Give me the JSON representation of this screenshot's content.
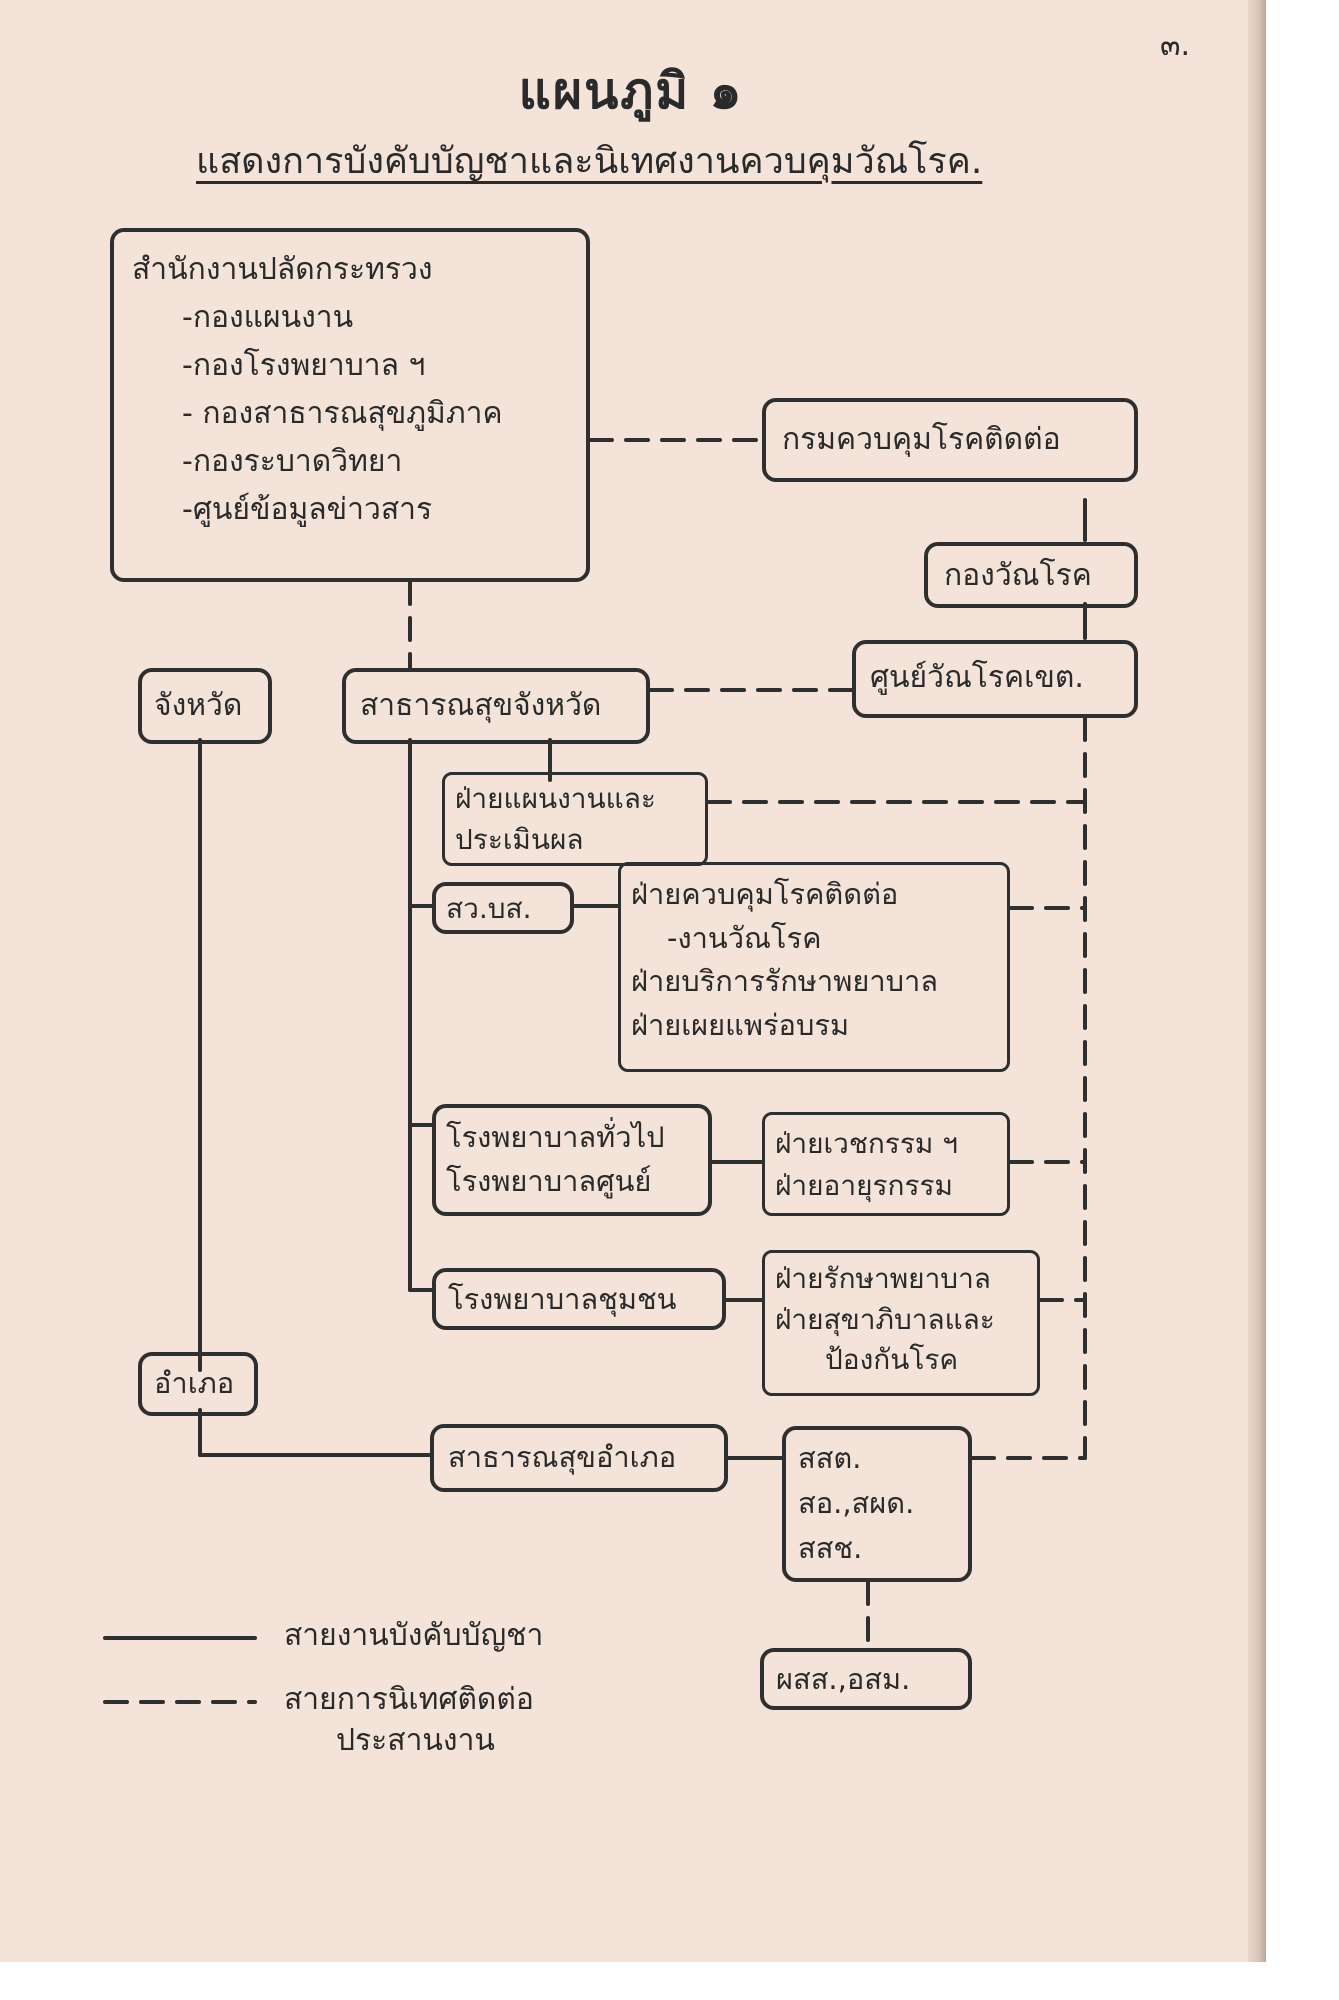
{
  "page_number": "๓.",
  "title": "แผนภูมิ ๑",
  "subtitle": "แสดงการบังคับบัญชาและนิเทศงานควบคุมวัณโรค.",
  "boxes": {
    "ministry_office": {
      "heading": "สำนักงานปลัดกระทรวง",
      "items": [
        "-กองแผนงาน",
        "-กองโรงพยาบาล ฯ",
        "- กองสาธารณสุขภูมิภาค",
        "-กองระบาดวิทยา",
        "-ศูนย์ข้อมูลข่าวสาร"
      ]
    },
    "dept_disease_control": "กรมควบคุมโรคติดต่อ",
    "tb_division": "กองวัณโรค",
    "tb_center_region": "ศูนย์วัณโรคเขต.",
    "province": "จังหวัด",
    "provincial_health": "สาธารณสุขจังหวัด",
    "planning_eval": [
      "ฝ่ายแผนงานและ",
      "ประเมินผล"
    ],
    "sw_bs": "สว.บส.",
    "disease_control_sections": {
      "l1": "ฝ่ายควบคุมโรคติดต่อ",
      "l2": "-งานวัณโรค",
      "l3": "ฝ่ายบริการรักษาพยาบาล",
      "l4": "ฝ่ายเผยแพร่อบรม"
    },
    "general_hospital": [
      "โรงพยาบาลทั่วไป",
      "โรงพยาบาลศูนย์"
    ],
    "hospital_sections": [
      "ฝ่ายเวชกรรม ฯ",
      "ฝ่ายอายุรกรรม"
    ],
    "community_hospital": "โรงพยาบาลชุมชน",
    "community_sections": [
      "ฝ่ายรักษาพยาบาล",
      "ฝ่ายสุขาภิบาลและ",
      "ป้องกันโรค"
    ],
    "district": "อำเภอ",
    "district_health": "สาธารณสุขอำเภอ",
    "health_centers": [
      "สสต.",
      "สอ.,สผด.",
      "สสช."
    ],
    "volunteers": "ผสส.,อสม."
  },
  "legend": {
    "solid": "สายงานบังคับบัญชา",
    "dashed": [
      "สายการนิเทศติดต่อ",
      "ประสานงาน"
    ]
  }
}
